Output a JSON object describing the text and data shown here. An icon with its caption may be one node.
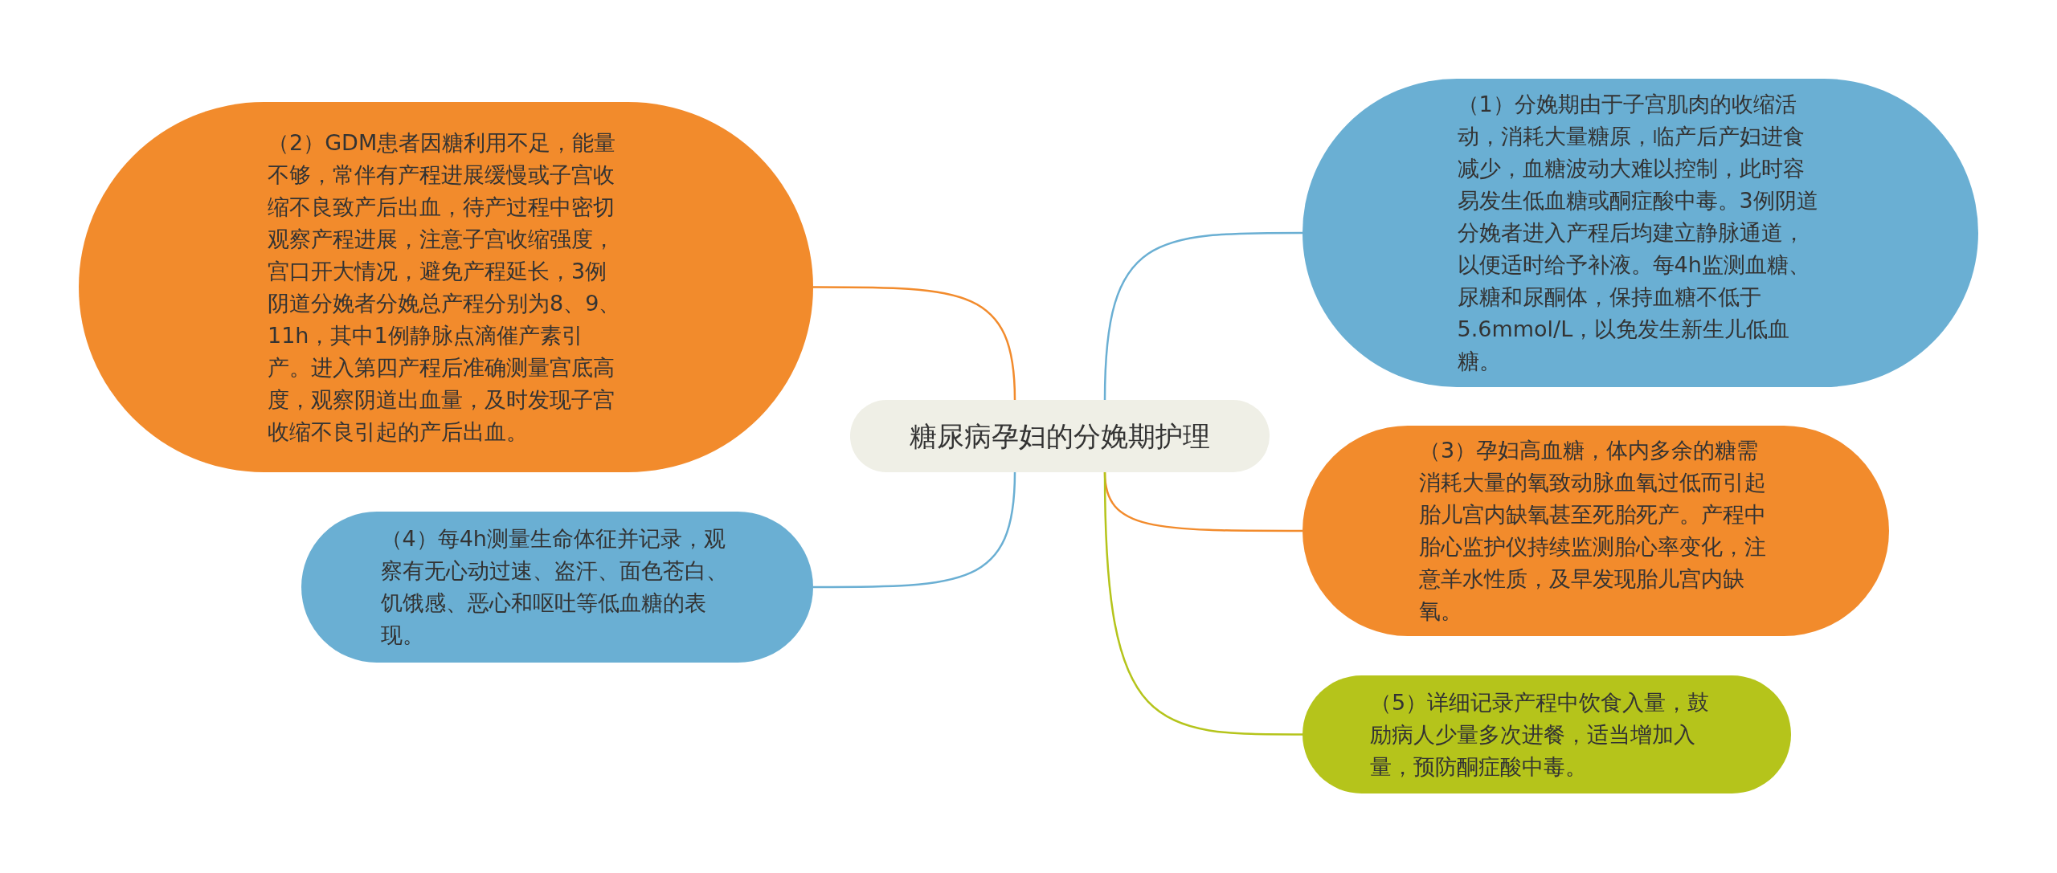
{
  "diagram": {
    "nodes": [
      {
        "text": [
          "糖尿病孕妇的分娩期护理"
        ]
      },
      {
        "text": [
          "（2）GDM患者因糖利用不足，能量不够，常伴有产程进展缓慢或子宫收缩不良致产后出血，待产过程中密切观察产程进展，注意子宫收缩强度，宫口开大情况，避免产程延长，3例阴道分娩者分娩总产程分别为8、9、11h，其中1例静脉点滴催产素引产。进入第四产程后准确测量宫底高度，观察阴道出血量，及时发现子宫收缩不良引起的产后出血。"
        ]
      },
      {
        "text": [
          "（4）每4h测量生命体征并记录，观察有无心动过速、盗汗、面色苍白、饥饿感、恶心和呕吐等低血糖的表现。"
        ]
      },
      {
        "text": [
          "（1）分娩期由于子宫肌肉的收缩活动，消耗大量糖原，临产后产妇进食减少，血糖波动大难以控制，此时容易发生低血糖或酮症酸中毒。3例阴道分娩者进入产程后均建立静脉通道，以便适时给予补液。每4h监测血糖、尿糖和尿酮体，保持血糖不低于5.6mmol/L，以免发生新生儿低血糖。"
        ]
      },
      {
        "text": [
          "（3）孕妇高血糖，体内多余的糖需消耗大量的氧致动脉血氧过低而引起胎儿宫内缺氧甚至死胎死产。产程中胎心监护仪持续监测胎心率变化，注意羊水性质，及早发现胎儿宫内缺氧。"
        ]
      },
      {
        "text": [
          "（5）详细记录产程中饮食入量，鼓励病人少量多次进餐，适当增加入量，预防酮症酸中毒。"
        ]
      }
    ],
    "edges": [
      {
        "from": 0,
        "to": 1,
        "arrow": "none",
        "color": "#f28b2c"
      },
      {
        "from": 0,
        "to": 2,
        "arrow": "none",
        "color": "#6aafd3"
      },
      {
        "from": 0,
        "to": 3,
        "arrow": "none",
        "color": "#6aafd3"
      },
      {
        "from": 0,
        "to": 4,
        "arrow": "none",
        "color": "#f28b2c"
      },
      {
        "from": 0,
        "to": 5,
        "arrow": "none",
        "color": "#b5c41b"
      }
    ]
  }
}
